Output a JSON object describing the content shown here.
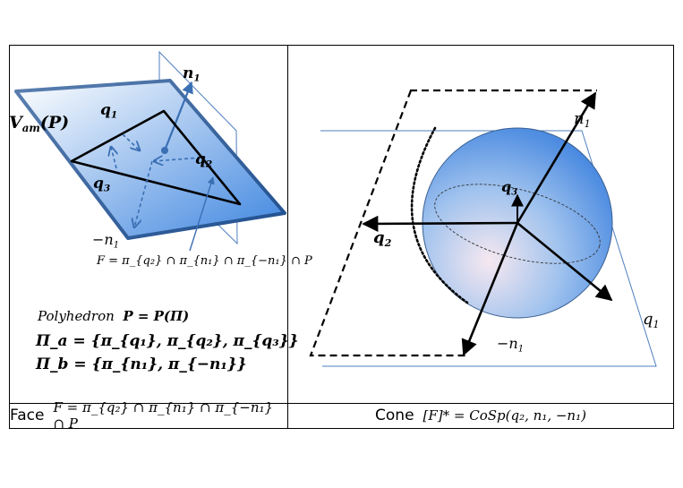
{
  "left_panel": {
    "plane_label_main": "V",
    "plane_label_sub": "am",
    "plane_label_arg": "(P)",
    "n1_label": "n",
    "n1_sub": "1",
    "neg_n1_label": "−n",
    "neg_n1_sub": "1",
    "q1_label": "q",
    "q1_sub": "1",
    "q2_label": "q",
    "q2_sub": "2",
    "q3_label": "q",
    "q3_sub": "3",
    "face_formula": "F = π_{q₂} ∩ π_{n₁} ∩ π_{−n₁} ∩ P",
    "polyhedron_word": "Polyhedron",
    "polyhedron_eq": "P = P(Π)",
    "pi_a": "Π_a = {π_{q₁}, π_{q₂}, π_{q₃}}",
    "pi_b": "Π_b = {π_{n₁}, π_{−n₁}}",
    "plane_color": "#3d85e0"
  },
  "right_panel": {
    "n1_label": "n",
    "n1_sub": "1",
    "neg_n1_label": "−n",
    "neg_n1_sub": "1",
    "q1_label": "q",
    "q1_sub": "1",
    "q2_label": "q",
    "q2_sub": "2",
    "q3_label": "q",
    "q3_sub": "3",
    "sphere_color": "#3d85e0"
  },
  "captions": {
    "left_word": "Face",
    "left_formula": "F = π_{q₂} ∩ π_{n₁} ∩ π_{−n₁} ∩ P",
    "right_word": "Cone",
    "right_formula": "[F]* = CoSp(q₂, n₁, −n₁)"
  }
}
